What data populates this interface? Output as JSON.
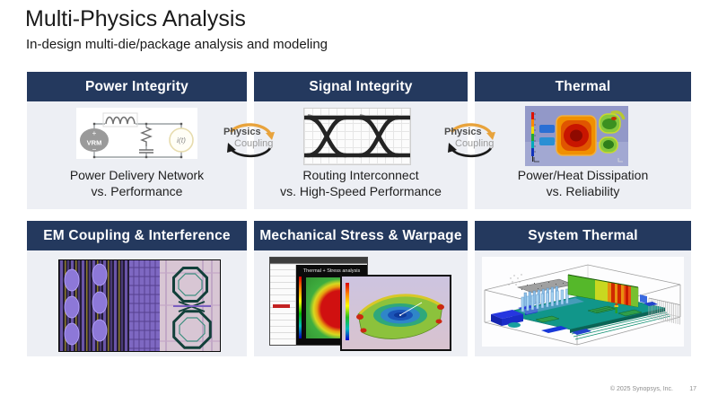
{
  "slide": {
    "title": "Multi-Physics Analysis",
    "subtitle": "In-design multi-die/package analysis and modeling"
  },
  "colors": {
    "header_bg": "#24395E",
    "panel_bg": "#EDEFF4",
    "header_text": "#FFFFFF",
    "coupling_orange": "#E8A33C",
    "coupling_black": "#1A1A1A"
  },
  "coupling_badges": [
    {
      "line1": "Physics",
      "line2": "Coupling"
    },
    {
      "line1": "Physics",
      "line2": "Coupling"
    }
  ],
  "top_panels": [
    {
      "header": "Power Integrity",
      "caption_line1": "Power Delivery Network",
      "caption_line2": "vs. Performance",
      "image": "power-delivery-network-circuit"
    },
    {
      "header": "Signal Integrity",
      "caption_line1": "Routing Interconnect",
      "caption_line2": "vs. High-Speed Performance",
      "image": "eye-diagram"
    },
    {
      "header": "Thermal",
      "caption_line1": "Power/Heat Dissipation",
      "caption_line2": "vs. Reliability",
      "image": "die-thermal-map"
    }
  ],
  "bottom_panels": [
    {
      "header": "EM Coupling & Interference",
      "image": "chip-layout-with-spiral-inductors"
    },
    {
      "header": "Mechanical Stress & Warpage",
      "image": "stress-warpage-analysis-windows",
      "window_title": "Thermal + Stress analysis"
    },
    {
      "header": "System Thermal",
      "image": "board-system-thermal-3d"
    }
  ],
  "circuit_labels": {
    "vrm": "VRM",
    "plus": "+",
    "minus": "−",
    "current_source": "i(t)"
  },
  "footer": {
    "copyright": "© 2025 Synopsys, Inc.",
    "page_number": "17"
  }
}
